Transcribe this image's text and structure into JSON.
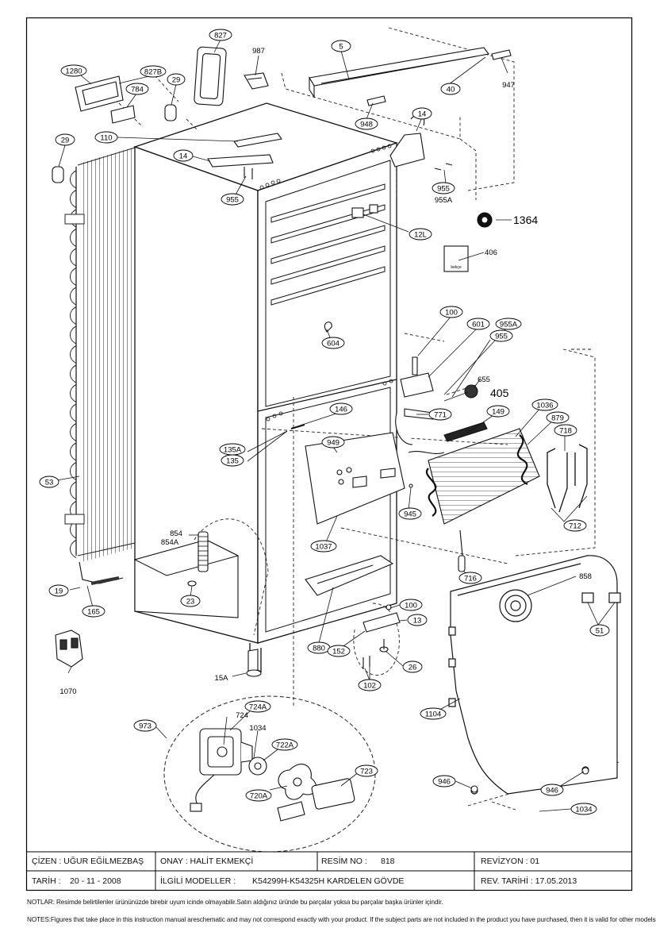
{
  "callouts": [
    {
      "id": "c827",
      "text": "827"
    },
    {
      "id": "c987",
      "text": "987"
    },
    {
      "id": "c5",
      "text": "5"
    },
    {
      "id": "c1280",
      "text": "1280"
    },
    {
      "id": "c827b",
      "text": "827B"
    },
    {
      "id": "c29a",
      "text": "29"
    },
    {
      "id": "c784",
      "text": "784"
    },
    {
      "id": "c40",
      "text": "40"
    },
    {
      "id": "c947",
      "text": "947"
    },
    {
      "id": "c948",
      "text": "948"
    },
    {
      "id": "c14a",
      "text": "14"
    },
    {
      "id": "c29b",
      "text": "29"
    },
    {
      "id": "c110",
      "text": "110"
    },
    {
      "id": "c14b",
      "text": "14"
    },
    {
      "id": "c955a",
      "text": "955"
    },
    {
      "id": "c955b",
      "text": "955"
    },
    {
      "id": "c955A1",
      "text": "955A"
    },
    {
      "id": "c1364",
      "text": "1364"
    },
    {
      "id": "c12l",
      "text": "12L"
    },
    {
      "id": "c406",
      "text": "406"
    },
    {
      "id": "c100a",
      "text": "100"
    },
    {
      "id": "c601",
      "text": "601"
    },
    {
      "id": "c955A2",
      "text": "955A"
    },
    {
      "id": "c955c",
      "text": "955"
    },
    {
      "id": "c604",
      "text": "604"
    },
    {
      "id": "c655",
      "text": "655"
    },
    {
      "id": "c405",
      "text": "405"
    },
    {
      "id": "c771",
      "text": "771"
    },
    {
      "id": "c146",
      "text": "146"
    },
    {
      "id": "c149",
      "text": "149"
    },
    {
      "id": "c1036",
      "text": "1036"
    },
    {
      "id": "c879",
      "text": "879"
    },
    {
      "id": "c718",
      "text": "718"
    },
    {
      "id": "c135A",
      "text": "135A"
    },
    {
      "id": "c135",
      "text": "135"
    },
    {
      "id": "c949",
      "text": "949"
    },
    {
      "id": "c53",
      "text": "53"
    },
    {
      "id": "c945",
      "text": "945"
    },
    {
      "id": "c712",
      "text": "712"
    },
    {
      "id": "c854",
      "text": "854"
    },
    {
      "id": "c854A",
      "text": "854A"
    },
    {
      "id": "c1037",
      "text": "1037"
    },
    {
      "id": "c716",
      "text": "716"
    },
    {
      "id": "c858",
      "text": "858"
    },
    {
      "id": "c19",
      "text": "19"
    },
    {
      "id": "c23",
      "text": "23"
    },
    {
      "id": "c165",
      "text": "165"
    },
    {
      "id": "c100b",
      "text": "100"
    },
    {
      "id": "c13",
      "text": "13"
    },
    {
      "id": "c51",
      "text": "51"
    },
    {
      "id": "c880",
      "text": "880"
    },
    {
      "id": "c152",
      "text": "152"
    },
    {
      "id": "c26",
      "text": "26"
    },
    {
      "id": "c1070",
      "text": "1070"
    },
    {
      "id": "c15A",
      "text": "15A"
    },
    {
      "id": "c102",
      "text": "102"
    },
    {
      "id": "c1104",
      "text": "1104"
    },
    {
      "id": "c973",
      "text": "973"
    },
    {
      "id": "c724A",
      "text": "724A"
    },
    {
      "id": "c724",
      "text": "724"
    },
    {
      "id": "c1034a",
      "text": "1034"
    },
    {
      "id": "c722A",
      "text": "722A"
    },
    {
      "id": "c723",
      "text": "723"
    },
    {
      "id": "c720A",
      "text": "720A"
    },
    {
      "id": "c946a",
      "text": "946"
    },
    {
      "id": "c946b",
      "text": "946"
    },
    {
      "id": "c1034b",
      "text": "1034"
    }
  ],
  "label_406_box": "bekçe",
  "title_block": {
    "cizen": "ÇİZEN : UĞUR EĞİLMEZBAŞ",
    "onay": "ONAY : HALİT EKMEKÇİ",
    "resim_label": "RESİM NO :",
    "resim_no": "818",
    "revizyon": "REVİZYON : 01",
    "tarih_label": "TARİH :",
    "tarih": "20 - 11 - 2008",
    "modeller_label": "İLGİLİ MODELLER :",
    "modeller": "K54299H-K54325H KARDELEN GÖVDE",
    "rev_tarihi": "REV. TARİHİ : 17.05.2013"
  },
  "notes": {
    "tr": "NOTLAR: Resimde belirtilenler ürününüzde birebir uyum icinde olmayabilir.Satın aldığınız üründe bu parçalar yoksa bu parçalar başka ürünler içindir.",
    "en": "NOTES:Figures that take place in this instruction manual areschematic and may not correspond exactly with your product. If the subject parts are not included in the product you have purchased, then it is valid for other models."
  }
}
